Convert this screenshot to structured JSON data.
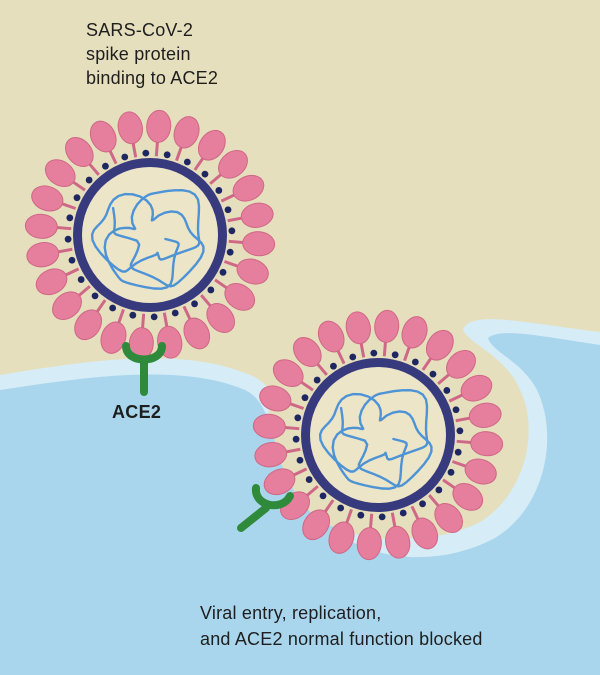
{
  "diagram": {
    "title_lines": [
      "SARS-CoV-2",
      "spike protein",
      "binding to ACE2"
    ],
    "receptor_label": "ACE2",
    "caption_lines": [
      "Viral entry, replication,",
      "and ACE2 normal function blocked"
    ]
  },
  "colors": {
    "extracellular_background": "#e6dfbd",
    "cytoplasm": "#a9d6ed",
    "membrane_edge": "#d6ecf6",
    "virus_envelope": "#383a7e",
    "virus_interior": "#ede5c8",
    "rna_strand": "#4d93d6",
    "spike_protein": "#e57f9d",
    "spike_outline": "#cf6786",
    "ace2_receptor": "#2f8a3c",
    "membrane_protein": "#1f2763"
  }
}
